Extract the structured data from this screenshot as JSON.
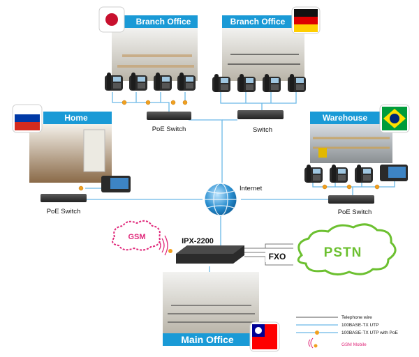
{
  "sites": {
    "branch_jp": {
      "title": "Branch Office",
      "flag": "japan-flag"
    },
    "branch_de": {
      "title": "Branch Office",
      "flag": "germany-flag"
    },
    "home": {
      "title": "Home",
      "flag": "russia-flag"
    },
    "warehouse": {
      "title": "Warehouse",
      "flag": "brazil-flag"
    },
    "main": {
      "title": "Main Office",
      "flag": "taiwan-flag"
    }
  },
  "devices": {
    "poe_switch_top": "PoE Switch",
    "switch_top": "Switch",
    "poe_switch_home": "PoE Switch",
    "poe_switch_warehouse": "PoE Switch",
    "pbx": "IPX-2200",
    "fxo": "FXO"
  },
  "clouds": {
    "internet": "Internet",
    "pstn": "PSTN",
    "gsm": "GSM"
  },
  "legend": {
    "telephone_wire": "Telephone wire",
    "utp": "100BASE-TX UTP",
    "utp_poe": "100BASE-TX UTP with PoE",
    "gsm_mobile": "GSM Mobile"
  },
  "colors": {
    "site_header": "#1a9ad6",
    "network_line": "#6ab8e6",
    "poe_marker": "#f0a020",
    "pstn_green": "#6cc030",
    "gsm_pink": "#e0287a"
  }
}
